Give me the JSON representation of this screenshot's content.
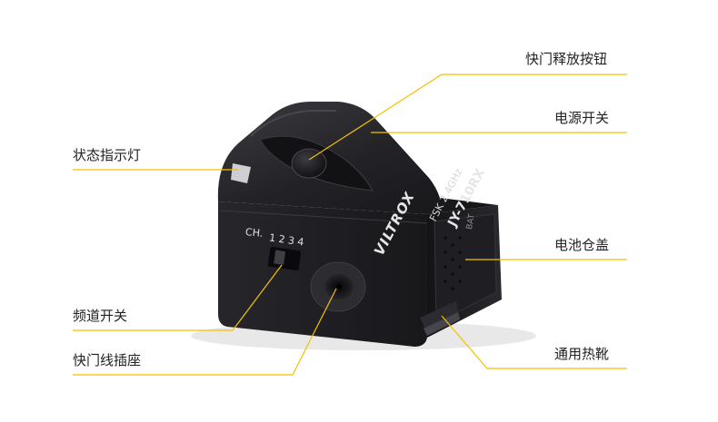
{
  "callouts": {
    "shutter_button": "快门释放按钮",
    "power_switch": "电源开关",
    "status_led": "状态指示灯",
    "battery_cover": "电池仓盖",
    "channel_switch": "频道开关",
    "shutter_port": "快门线插座",
    "hot_shoe": "通用热靴"
  },
  "device": {
    "brand": "VILTROX",
    "model": "JY-710RX",
    "freq": "FSK 2.4GHz",
    "ch_label": "CH.",
    "channels": [
      "1",
      "2",
      "3",
      "4"
    ],
    "battery_mark": "BAT"
  },
  "colors": {
    "leader": "#f2c200",
    "body": "#1b1b1f",
    "body_top": "#2a2a2f",
    "text": "#222222"
  }
}
